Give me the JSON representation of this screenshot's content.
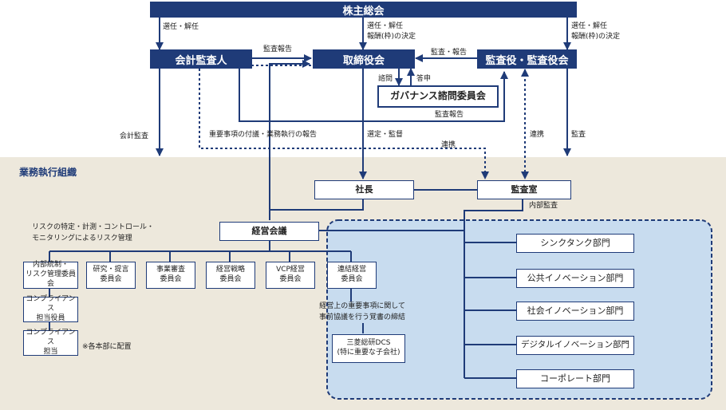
{
  "colors": {
    "navy": "#1f3b78",
    "beige": "#ede8dc",
    "light_blue": "#c8dcef"
  },
  "governance": {
    "shareholders_meeting": "株主総会",
    "auditor": "会計監査人",
    "board": "取締役会",
    "audit_committee": "監査役・監査役会",
    "advisory_committee": "ガバナンス諮問委員会"
  },
  "labels": {
    "elect_left": "選任・解任",
    "elect_center_1": "選任・解任",
    "elect_center_2": "報酬(枠)の決定",
    "elect_right_1": "選任・解任",
    "elect_right_2": "報酬(枠)の決定",
    "audit_report_top": "監査報告",
    "audit_report_right": "監査・報告",
    "consult": "諮問",
    "answer": "答申",
    "audit_report_mid": "監査報告",
    "accounting_audit": "会計監査",
    "important_matters": "重要事項の付議・業務執行の報告",
    "appoint_supervise": "選定・監督",
    "cooperation_center": "連携",
    "cooperation_right": "連携",
    "audit_right": "監査",
    "internal_audit": "内部監査"
  },
  "execution": {
    "section_title": "業務執行組織",
    "president": "社長",
    "audit_office": "監査室",
    "management_meeting": "経営会議",
    "risk_note_1": "リスクの特定・計測・コントロール・",
    "risk_note_2": "モニタリングによるリスク管理",
    "committees": [
      {
        "line1": "内部統制・",
        "line2": "リスク管理委員会"
      },
      {
        "line1": "研究・提言",
        "line2": "委員会"
      },
      {
        "line1": "事業審査",
        "line2": "委員会"
      },
      {
        "line1": "経営戦略",
        "line2": "委員会"
      },
      {
        "line1": "VCP経営",
        "line2": "委員会"
      },
      {
        "line1": "連結経営",
        "line2": "委員会"
      }
    ],
    "compliance_officer_1": "コンプライアンス",
    "compliance_officer_2": "担当役員",
    "compliance_staff_1": "コンプライアンス",
    "compliance_staff_2": "担当",
    "branch_note": "※各本部に配置",
    "agreement_note_1": "経営上の重要事項に関して",
    "agreement_note_2": "事前協議を行う覚書の締結",
    "subsidiary_1": "三菱総研DCS",
    "subsidiary_2": "(特に重要な子会社)",
    "departments": [
      "シンクタンク部門",
      "公共イノベーション部門",
      "社会イノベーション部門",
      "デジタルイノベーション部門",
      "コーポレート部門"
    ]
  }
}
